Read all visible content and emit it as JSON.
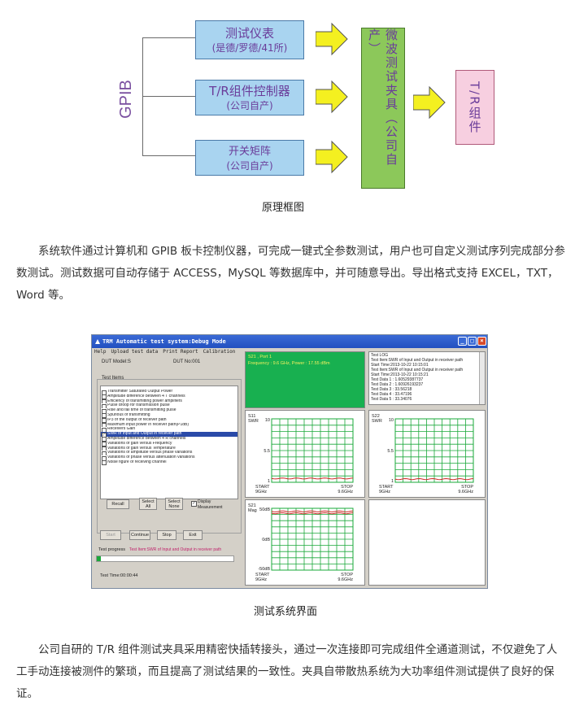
{
  "diagram": {
    "gpib_label": "GPIB",
    "boxes": [
      {
        "title": "测试仪表",
        "sub": "(是德/罗德/41所)"
      },
      {
        "title": "T/R组件控制器",
        "sub": "(公司自产)"
      },
      {
        "title": "开关矩阵",
        "sub": "(公司自产)"
      }
    ],
    "fixture_label": "微波测试夹具（公司自产）",
    "tr_label": "T/R组件",
    "caption": "原理框图",
    "colors": {
      "box_fill": "#a9d4f0",
      "arrow_fill": "#f4f020",
      "fixture_fill": "#8cc85a",
      "tr_fill": "#f7cfe0",
      "text": "#6a3c9a"
    }
  },
  "paragraph1": "系统软件通过计算机和 GPIB 板卡控制仪器，可完成一键式全参数测试，用户也可自定义测试序列完成部分参数测试。测试数据可自动存储于 ACCESS，MySQL 等数据库中，并可随意导出。导出格式支持 EXCEL，TXT，Word 等。",
  "screenshot": {
    "title": "TRM Automatic test system:Debug Mode",
    "menu": [
      "Help",
      "Upload test data",
      "Print Report",
      "Calibration"
    ],
    "dut_model": "DUT Model:S",
    "dut_no": "DUT No:001",
    "test_items_label": "Test Items",
    "items": [
      {
        "label": "Transmitter Saturated Output Power",
        "checked": false
      },
      {
        "label": "Amplitude difference between 4 T channels",
        "checked": false
      },
      {
        "label": "Efficiency of transmitting power amplifiers",
        "checked": false
      },
      {
        "label": "Pulse droop for transmission pulse",
        "checked": false
      },
      {
        "label": "Rise and fall time of transmitting pulse",
        "checked": false
      },
      {
        "label": "Spurious of transmitting",
        "checked": false
      },
      {
        "label": "IP3 of the output of receiver path",
        "checked": false
      },
      {
        "label": "Maximum input power in receiver path(P1dB)",
        "checked": false
      },
      {
        "label": "Receivers Gain",
        "checked": false
      },
      {
        "label": "SWR of Input and Output in receiver path",
        "checked": true,
        "selected": true
      },
      {
        "label": "Amplitude difference between 4 R channels",
        "checked": false
      },
      {
        "label": "Variations of gain versus Frequency",
        "checked": false
      },
      {
        "label": "Variations of gain versus Temperature",
        "checked": false
      },
      {
        "label": "Variations of amplitude versus phase variations",
        "checked": false
      },
      {
        "label": "Variations of phase versus attenuation variations",
        "checked": false
      },
      {
        "label": "Noise figure of receiving channel",
        "checked": false
      }
    ],
    "buttons": {
      "recall": "Recall",
      "select_all": "Select All",
      "select_none": "Select None",
      "display": "Display Measurement",
      "start": "Start",
      "continue": "Continue",
      "stop": "Stop",
      "exit": "Exit"
    },
    "test_progress_label": "Test progress",
    "test_progress_value": "Test Item:SWR of Input and Output in receiver path",
    "test_time": "Test Time:00:00:44",
    "status_lines": [
      "S21 , Port 1",
      "Frequency : 9.6 GHz, Power : 17.55 dBm"
    ],
    "log_title": "Test LOG",
    "log_lines": [
      "Test Item:SWR of Input and Output in receiver path",
      "Start Time:2013-10-22 10:15:01",
      "Test Item:SWR of Input and Output in receiver path",
      "Start Time:2013-10-22 10:15:21",
      "Test Data 1 : 1.60529387737",
      "Test Data 2 : 1.60926193237",
      "Test Data 3 : 33.56218",
      "Test Data 4 : 33.47196",
      "Test Data 5 : 33.34076"
    ],
    "plots": [
      {
        "label": "S11\nSWR",
        "ytop": "10",
        "ymid": "5.5",
        "ybot": "1",
        "start": "START",
        "stop": "STOP",
        "fstart": "9GHz",
        "fstop": "9.6GHz"
      },
      {
        "label": "S22\nSWR",
        "ytop": "10",
        "ymid": "5.5",
        "ybot": "1",
        "start": "START",
        "stop": "STOP",
        "fstart": "9GHz",
        "fstop": "9.6GHz"
      },
      {
        "label": "S21\nMag",
        "ytop": "50dB",
        "ymid": "0dB",
        "ybot": "-50dB",
        "start": "START",
        "stop": "STOP",
        "fstart": "9GHz",
        "fstop": "9.6GHz"
      }
    ]
  },
  "caption2": "测试系统界面",
  "paragraph2": "公司自研的 T/R 组件测试夹具采用精密快插转接头，通过一次连接即可完成组件全通道测试，不仅避免了人工手动连接被测件的繁琐，而且提高了测试结果的一致性。夹具自带散热系统为大功率组件测试提供了良好的保证。"
}
